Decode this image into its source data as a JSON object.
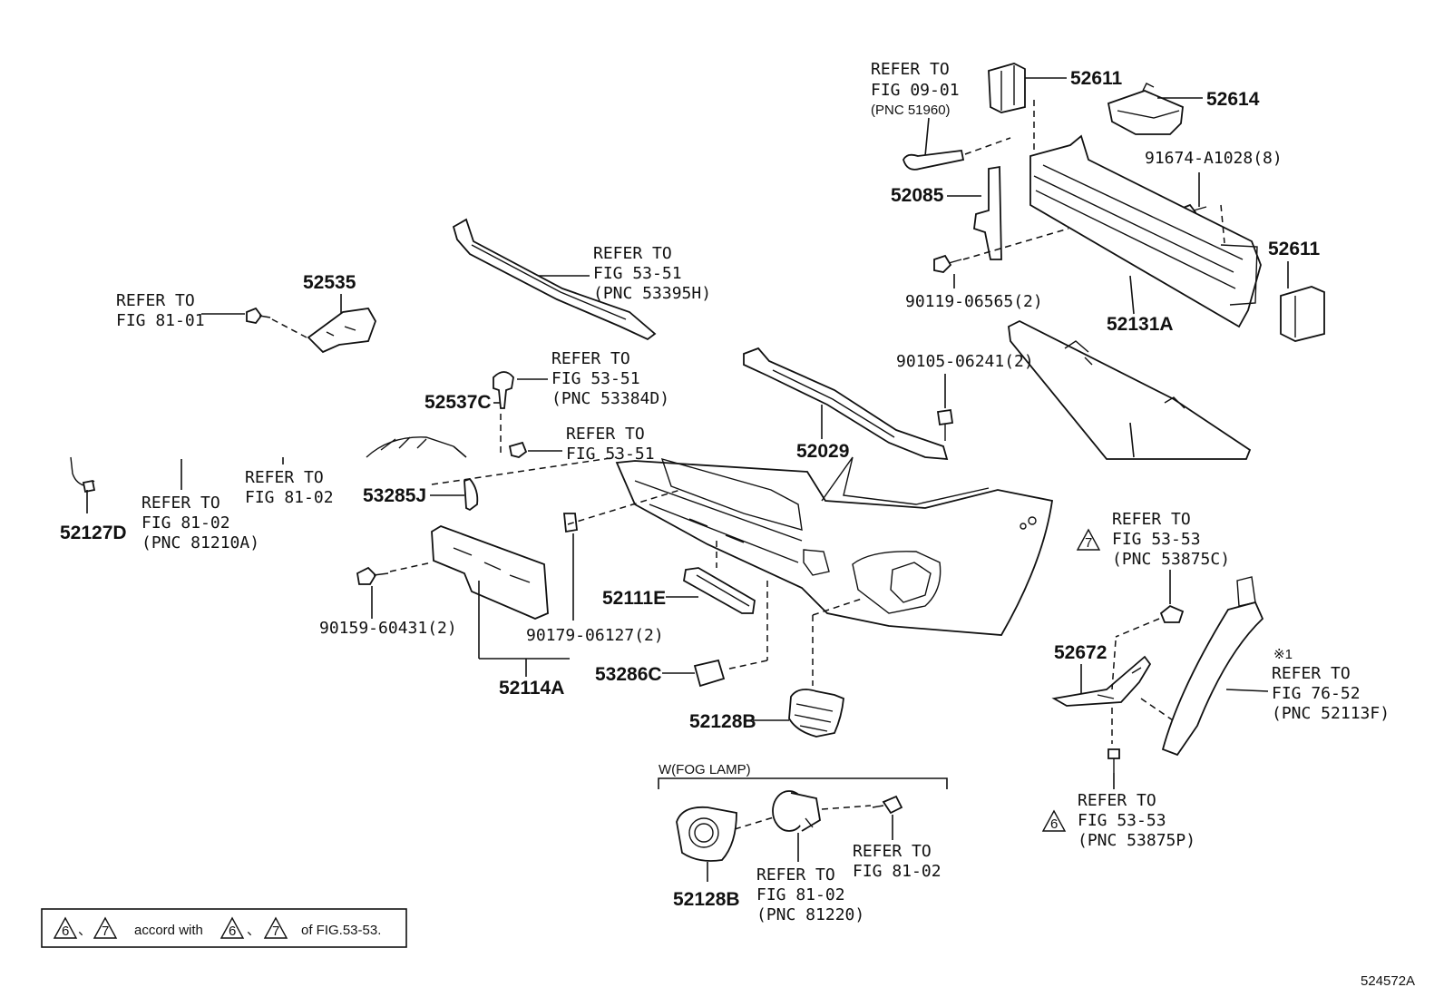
{
  "parts": {
    "p52611_top": "52611",
    "p52614": "52614",
    "p91674": "91674-A1028(8)",
    "p52085": "52085",
    "p52611_right": "52611",
    "p90119": "90119-06565(2)",
    "p52131A": "52131A",
    "p52535": "52535",
    "p52537C": "52537C",
    "p90105": "90105-06241(2)",
    "p52029": "52029",
    "p53285J": "53285J",
    "p52127D": "52127D",
    "p52111E": "52111E",
    "p90159": "90159-60431(2)",
    "p90179": "90179-06127(2)",
    "p52114A": "52114A",
    "p53286C": "53286C",
    "p52128B_mid": "52128B",
    "p52672": "52672",
    "p52128B_fog": "52128B",
    "figure_id": "524572A"
  },
  "refs": {
    "r_0901": [
      "REFER TO",
      "FIG 09-01",
      "(PNC 51960)"
    ],
    "r_5351_a": [
      "REFER TO",
      "FIG 53-51",
      "(PNC 53395H)"
    ],
    "r_8101": [
      "REFER TO",
      "FIG 81-01"
    ],
    "r_5351_b": [
      "REFER TO",
      "FIG 53-51",
      "(PNC 53384D)"
    ],
    "r_5351_c": [
      "REFER TO",
      "FIG 53-51"
    ],
    "r_8102_a": [
      "REFER TO",
      "FIG 81-02"
    ],
    "r_8102_b": [
      "REFER TO",
      "FIG 81-02",
      "(PNC 81210A)"
    ],
    "r_5353_a": [
      "REFER TO",
      "FIG 53-53",
      "(PNC 53875C)"
    ],
    "r_7652": [
      "REFER TO",
      "FIG 76-52",
      "(PNC 52113F)"
    ],
    "r_7652_mark": "※1",
    "r_5353_b": [
      "REFER TO",
      "FIG 53-53",
      "(PNC 53875P)"
    ],
    "r_8102_c": [
      "REFER TO",
      "FIG 81-02"
    ],
    "r_8102_d": [
      "REFER TO",
      "FIG 81-02",
      "(PNC 81220)"
    ]
  },
  "triangles": {
    "t7": "7",
    "t6": "6"
  },
  "fog_group": "W(FOG LAMP)",
  "note": {
    "tri_a": "6",
    "sep_a": "、",
    "tri_b": "7",
    "text_a": "accord with",
    "tri_c": "6",
    "sep_b": "、",
    "tri_d": "7",
    "text_b": "of FIG.53-53."
  }
}
